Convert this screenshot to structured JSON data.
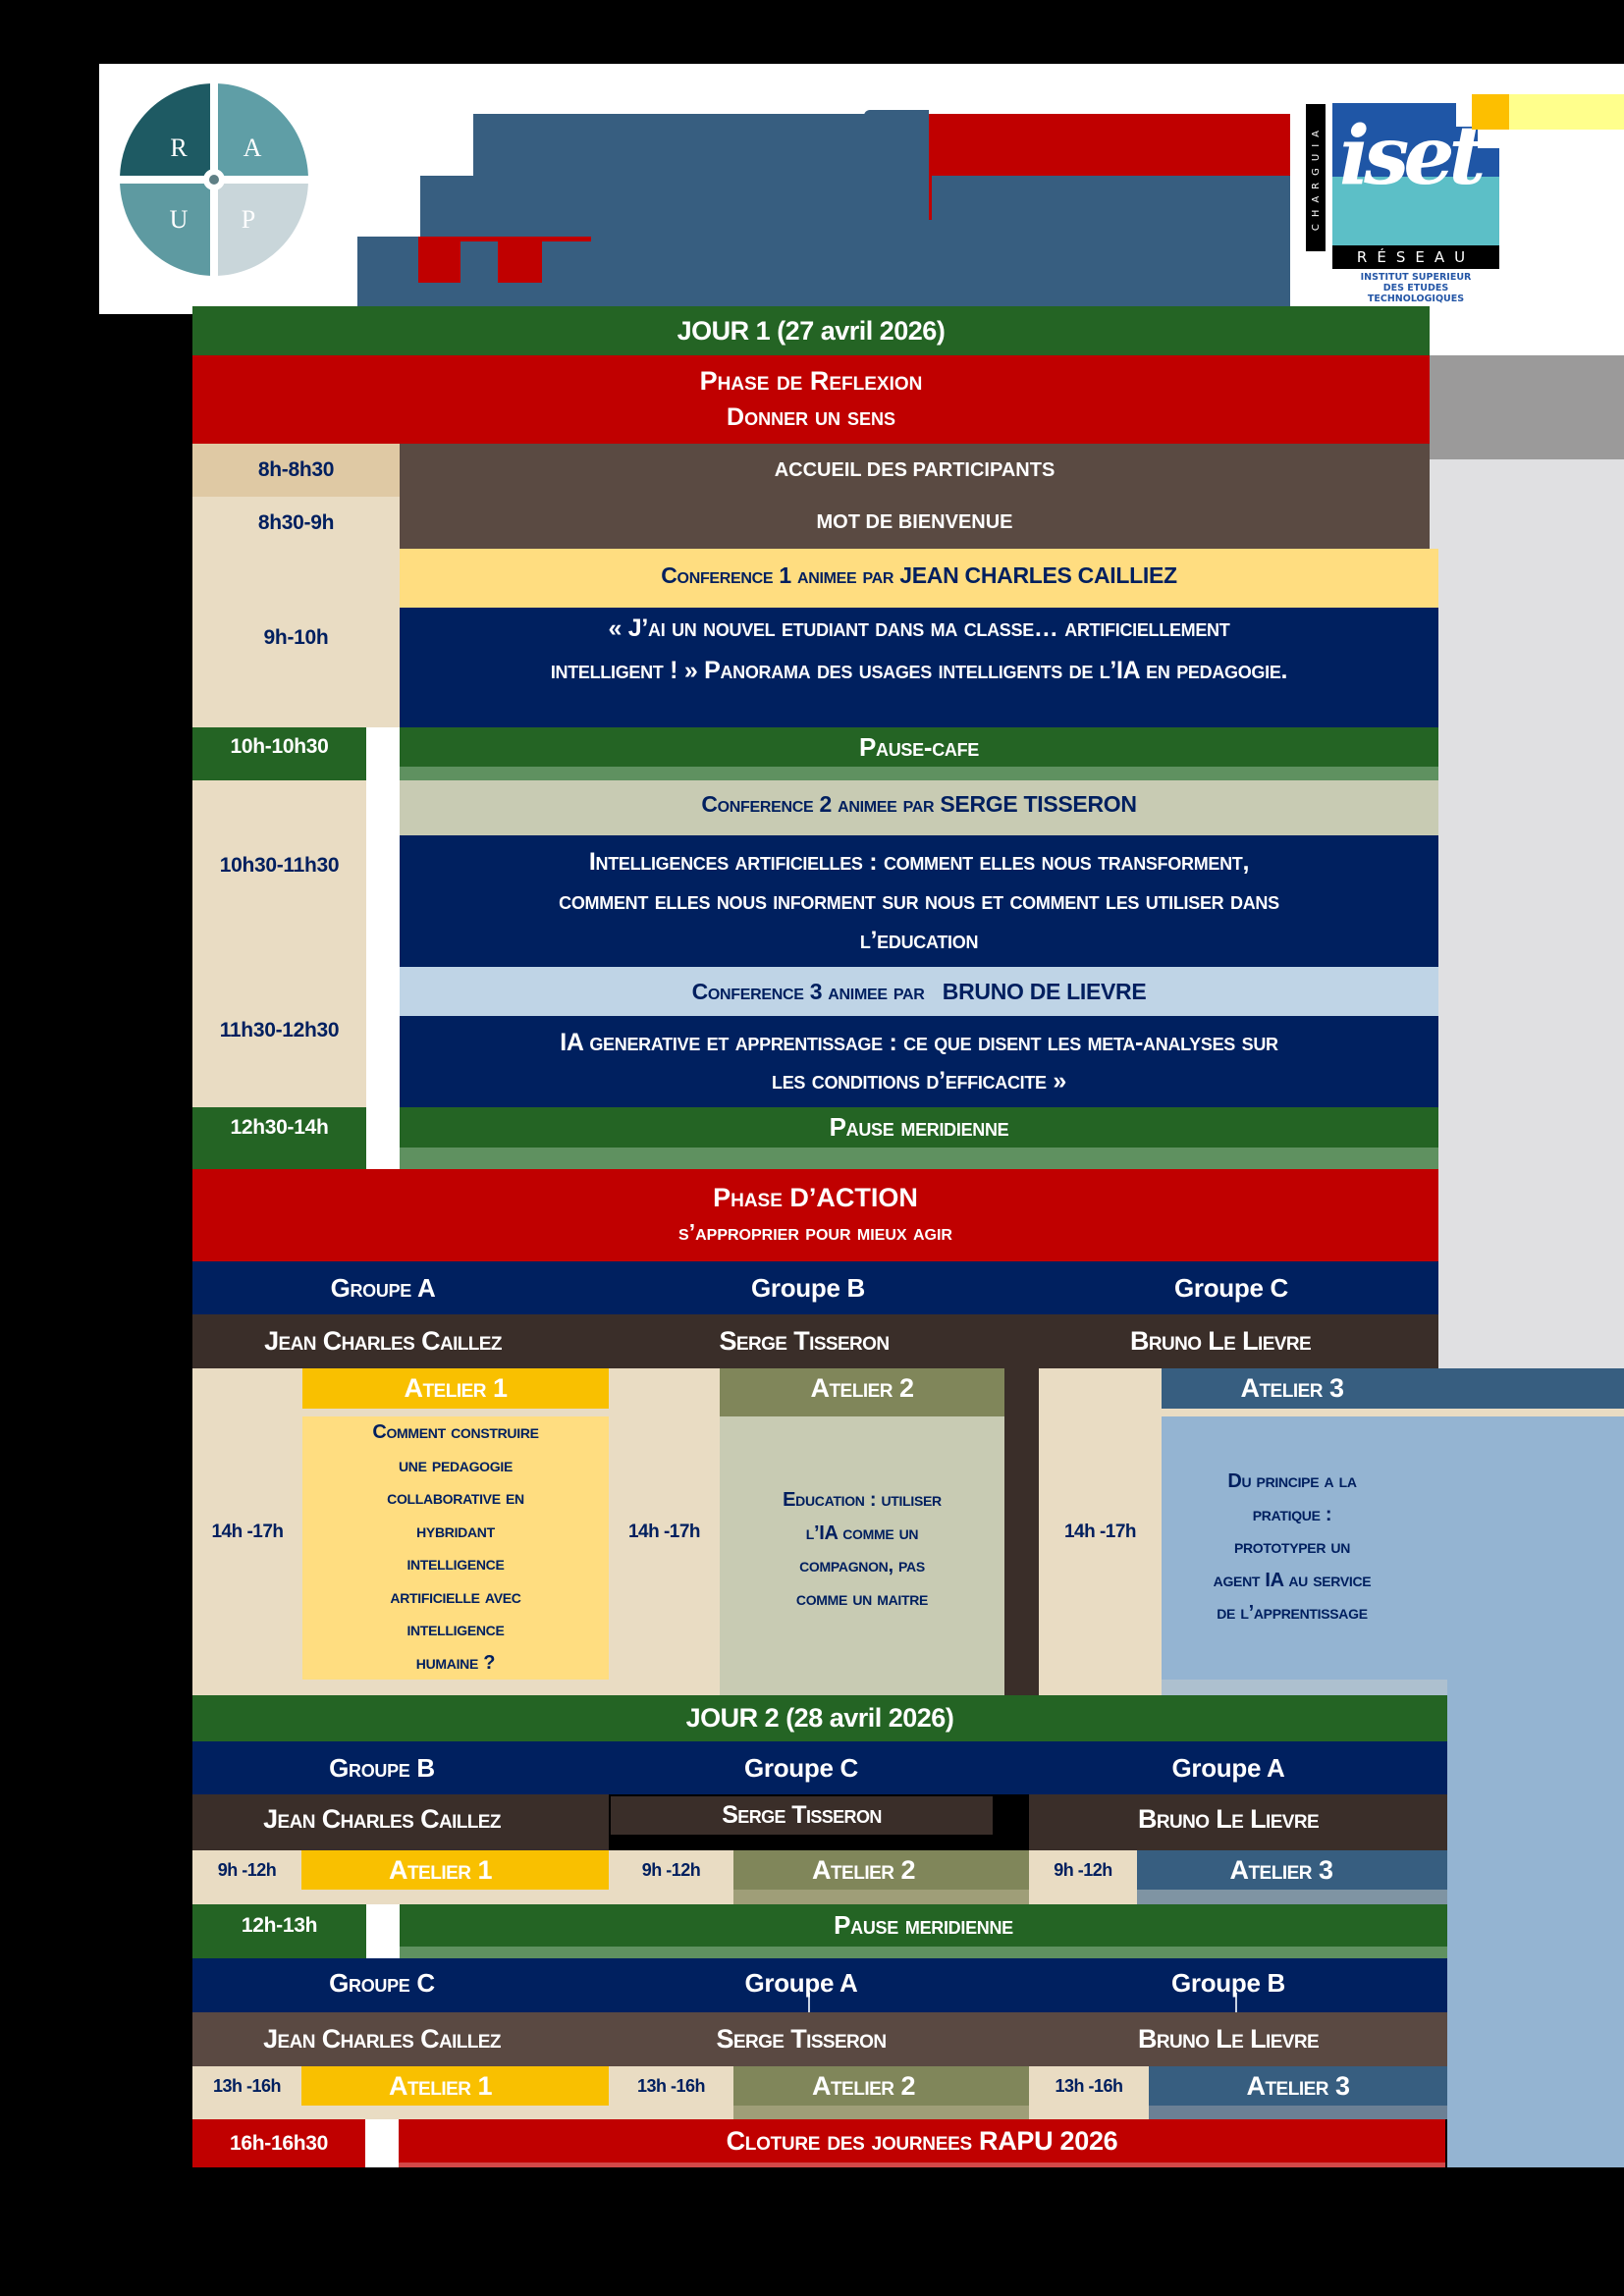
{
  "header": {
    "raup_logo": {
      "letters": {
        "top_left": "R",
        "top_right": "A",
        "bottom_left": "U",
        "bottom_right": "P"
      }
    },
    "iset_logo": {
      "script": "iset",
      "vertical_text": "CHARGUIA",
      "network_label": "RÉSEAU",
      "caption": [
        "INSTITUT SUPERIEUR",
        "DES ETUDES",
        "TECHNOLOGIQUES"
      ]
    }
  },
  "day1": {
    "title": "JOUR 1 (27 avril 2026)",
    "phase_reflexion": {
      "title": "Phase de Reflexion",
      "subtitle": "Donner un sens"
    },
    "welcome": [
      {
        "time": "8h-8h30",
        "label": "ACCUEIL DES PARTICIPANTS"
      },
      {
        "time": "8h30-9h",
        "label": "MOT DE BIENVENUE"
      }
    ],
    "conferences": [
      {
        "time": "9h-10h",
        "header": "Conference 1 animee par JEAN CHARLES CAILLIEZ",
        "title": [
          "« J’ai un nouvel etudiant dans ma classe… artificiellement",
          "intelligent ! » Panorama des usages intelligents de l’IA en pedagogie."
        ]
      },
      {
        "time": "10h30-11h30",
        "header": "Conference 2 animee par SERGE TISSERON",
        "title": [
          "Intelligences artificielles : comment elles nous transforment,",
          "comment elles nous informent sur nous et comment les utiliser dans",
          "l’education"
        ]
      },
      {
        "time": "11h30-12h30",
        "header": "Conference 3 animee par   BRUNO DE LIEVRE",
        "title": [
          "IA generative et apprentissage : ce que disent les meta-analyses sur",
          "les conditions d’efficacite »"
        ]
      }
    ],
    "coffee_break": {
      "time": "10h-10h30",
      "label": "Pause-cafe"
    },
    "lunch_break": {
      "time": "12h30-14h",
      "label": "Pause meridienne"
    },
    "phase_action": {
      "title": "Phase D’ACTION",
      "subtitle": "s’approprier pour mieux agir"
    },
    "groups": [
      "Groupe A",
      "Groupe B",
      "Groupe C"
    ],
    "speakers": [
      "Jean Charles Caillez",
      "Serge Tisseron",
      "Bruno Le Lievre"
    ],
    "ateliers": [
      {
        "time": "14h -17h",
        "label": "Atelier 1",
        "description": [
          "Comment construire",
          "une pedagogie",
          "collaborative en",
          "hybridant",
          "intelligence",
          "artificielle avec",
          "intelligence",
          "humaine ?"
        ]
      },
      {
        "time": "14h -17h",
        "label": "Atelier 2",
        "description": [
          "Education : utiliser",
          "l’IA comme un",
          "compagnon, pas",
          "comme un maitre"
        ]
      },
      {
        "time": "14h -17h",
        "label": "Atelier 3",
        "description": [
          "Du principe a la",
          "pratique :",
          "prototyper un",
          "agent IA au service",
          "de l’apprentissage"
        ]
      }
    ]
  },
  "day2": {
    "title": "JOUR 2 (28 avril 2026)",
    "morning": {
      "groups": [
        "Groupe B",
        "Groupe C",
        "Groupe A"
      ],
      "speakers": [
        "Jean Charles Caillez",
        "Serge Tisseron",
        "Bruno Le Lievre"
      ],
      "ateliers": [
        {
          "time": "9h -12h",
          "label": "Atelier 1"
        },
        {
          "time": "9h -12h",
          "label": "Atelier 2"
        },
        {
          "time": "9h -12h",
          "label": "Atelier 3"
        }
      ]
    },
    "lunch_break": {
      "time": "12h-13h",
      "label": "Pause meridienne"
    },
    "afternoon": {
      "groups": [
        "Groupe C",
        "Groupe A",
        "Groupe B"
      ],
      "speakers": [
        "Jean Charles Caillez",
        "Serge Tisseron",
        "Bruno Le Lievre"
      ],
      "ateliers": [
        {
          "time": "13h -16h",
          "label": "Atelier 1"
        },
        {
          "time": "13h -16h",
          "label": "Atelier 2"
        },
        {
          "time": "13h -16h",
          "label": "Atelier 3"
        }
      ]
    },
    "closing": {
      "time": "16h-16h30",
      "label": "Cloture des journees RAPU 2026"
    }
  },
  "colors": {
    "day_green": "#246424",
    "phase_red": "#c00000",
    "navy": "#00205f",
    "session_brown": "#5a4a42",
    "speaker_brown": "#3a2e29",
    "time_beige": "#e9dcc3",
    "conference1_yellow": "#ffdd80",
    "conference2_sage": "#c8cbb3",
    "conference3_blue": "#bfd4e6",
    "atelier1": "#f9c000",
    "atelier2": "#80865a",
    "atelier3": "#375e80",
    "header_blue": "#375e80"
  }
}
